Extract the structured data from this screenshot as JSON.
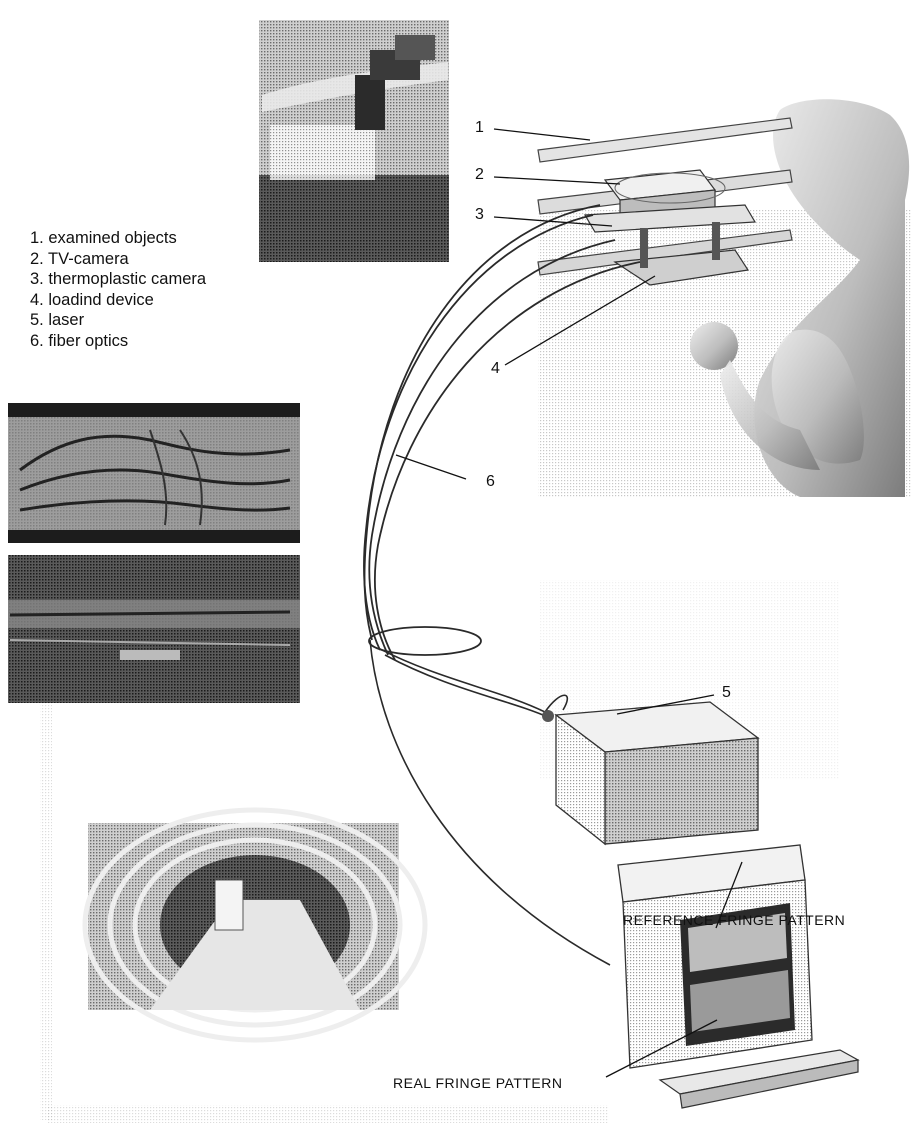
{
  "legend": [
    "1. examined objects",
    "2. TV-camera",
    "3. thermoplastic camera",
    "4. loadind device",
    "5. laser",
    "6. fiber optics"
  ],
  "callouts": {
    "n1": "1",
    "n2": "2",
    "n3": "3",
    "n4": "4",
    "n5": "5",
    "n6": "6"
  },
  "captions": {
    "reference": "REFERENCE  FRINGE  PATTERN",
    "real": "REAL  FRINGE  PATTERN"
  }
}
